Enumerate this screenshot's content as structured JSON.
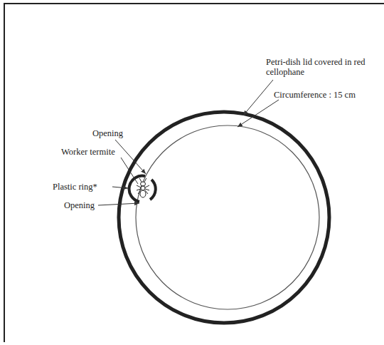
{
  "diagram": {
    "labels": [
      "Petri-dish lid covered in red cellophane",
      "Circumference : 15 cm",
      "Opening",
      "Worker termite",
      "Plastic ring*",
      "Opening"
    ]
  }
}
